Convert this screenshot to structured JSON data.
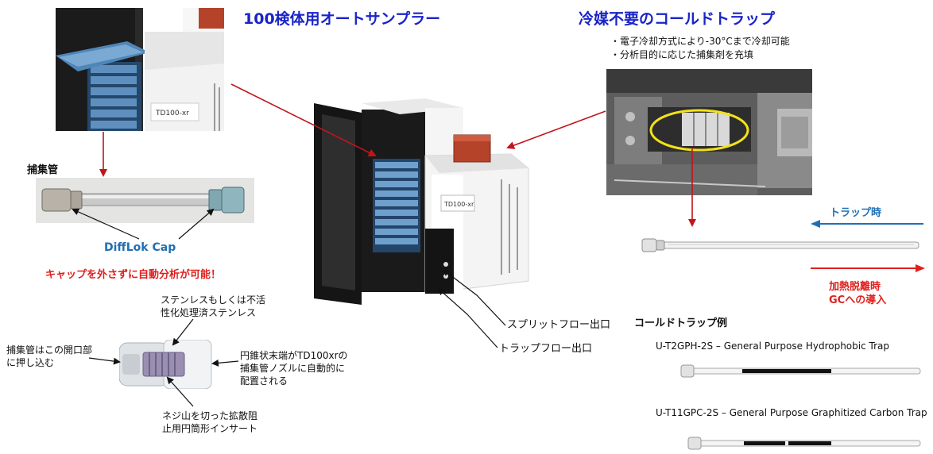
{
  "titles": {
    "autosampler": "100検体用オートサンプラー",
    "coldtrap": "冷媒不要のコールドトラップ"
  },
  "coldtrap_notes": [
    "・電子冷却方式により-30°Cまで冷却可能",
    "・分析目的に応じた捕集剤を充填"
  ],
  "tube": {
    "heading": "捕集管",
    "cap_label": "DiffLok Cap",
    "slogan": "キャップを外さずに自動分析が可能！"
  },
  "cap_detail": {
    "top_line1": "ステンレスもしくは不活",
    "top_line2": "性化処理済ステンレス",
    "left_line1": "捕集管はこの開口部",
    "left_line2": "に押し込む",
    "right_line1": "円錐状末端がTD100xrの",
    "right_line2": "捕集管ノズルに自動的に",
    "right_line3": "配置される",
    "bottom_line1": "ネジ山を切った拡散阻",
    "bottom_line2": "止用円筒形インサート"
  },
  "instrument": {
    "model_label": "TD100-xr",
    "split_outlet": "スプリットフロー出口",
    "trap_outlet": "トラップフロー出口"
  },
  "flow": {
    "trap_label": "トラップ時",
    "heat_line1": "加熱脱離時",
    "heat_line2": "GCへの導入"
  },
  "examples": {
    "heading": "コールドトラップ例",
    "items": [
      "U-T2GPH-2S – General Purpose Hydrophobic Trap",
      "U-T11GPC-2S – General Purpose Graphitized Carbon Trap"
    ]
  },
  "colors": {
    "title_blue": "#1a24c8",
    "label_blue": "#1f6fb5",
    "alert_red": "#e0201d",
    "arrow_red": "#c0151a",
    "accent_copper": "#b5432a"
  }
}
